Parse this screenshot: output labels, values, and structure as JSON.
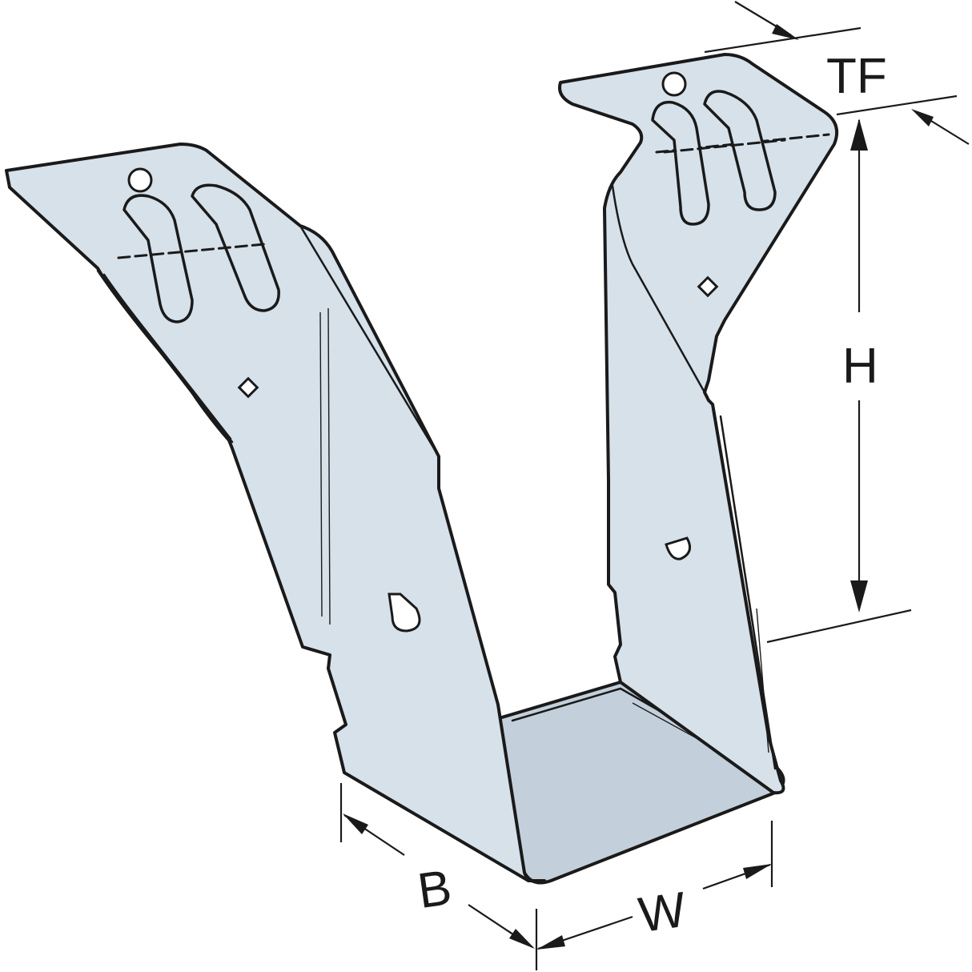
{
  "diagram": {
    "labels": {
      "top_flange": "TF",
      "height": "H",
      "width": "W",
      "seat_depth": "B"
    },
    "colors": {
      "metal": "#d6e1ea",
      "outline": "#1a1a1a",
      "background": "#ffffff"
    }
  }
}
